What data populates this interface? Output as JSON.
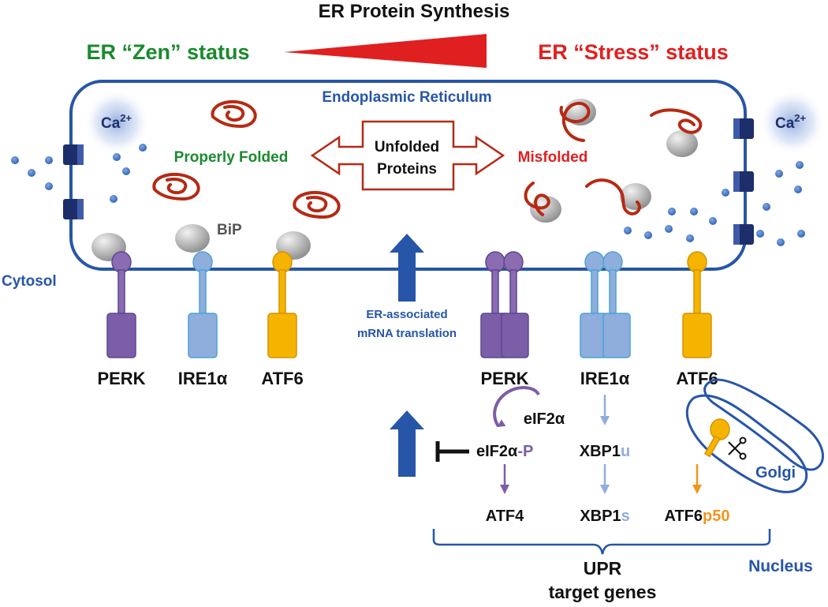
{
  "title": "ER Protein Synthesis",
  "zen_label": "ER “Zen” status",
  "stress_label": "ER “Stress” status",
  "er_label": "Endoplasmic Reticulum",
  "cytosol_label": "Cytosol",
  "nucleus_label": "Nucleus",
  "golgi_label": "Golgi",
  "calcium": {
    "base": "Ca",
    "superscript": "2+"
  },
  "bip_label": "BiP",
  "properly_folded_label": "Properly Folded",
  "misfolded_label": "Misfolded",
  "unfolded_box": {
    "line1": "Unfolded",
    "line2": "Proteins"
  },
  "translation_label": {
    "line1": "ER-associated",
    "line2": "mRNA translation"
  },
  "left_receptors": [
    "PERK",
    "IRE1α",
    "ATF6"
  ],
  "right_receptors": [
    "PERK",
    "IRE1α",
    "ATF6"
  ],
  "perk_path": {
    "substrate": "eIF2α",
    "product_base": "eIF2α",
    "product_suffix": "-P",
    "output": "ATF4"
  },
  "ire1_path": {
    "unspliced_base": "XBP1",
    "unspliced_suffix": "u",
    "spliced_base": "XBP1",
    "spliced_suffix": "s"
  },
  "atf6_path": {
    "output_base": "ATF6",
    "output_suffix": "p50"
  },
  "target_genes": {
    "line1": "UPR",
    "line2": "target genes"
  },
  "colors": {
    "zen_green": "#1a8a2e",
    "stress_red": "#e02020",
    "er_blue": "#2755a8",
    "perk_purple": "#7b5ea7",
    "ire1_blue": "#8faedc",
    "atf6_orange": "#f5b400",
    "protein_red": "#b52a14",
    "channel_navy": "#1d2f6b",
    "p50_orange": "#f0961e"
  }
}
